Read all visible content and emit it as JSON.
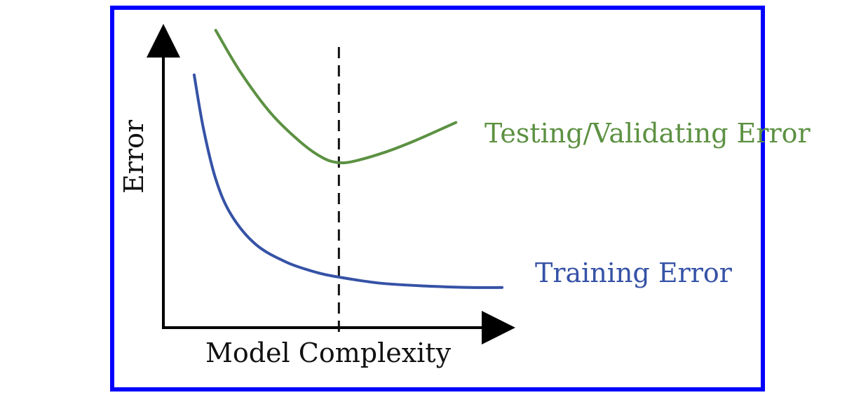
{
  "chart_data": {
    "type": "line",
    "title": "",
    "xlabel": "Model Complexity",
    "ylabel": "Error",
    "grid": false,
    "legend": "none",
    "x_axis_ticks": false,
    "y_axis_ticks": false,
    "optimal_marker": {
      "x": 0.57,
      "style": "dashed"
    },
    "series": [
      {
        "name": "Testing/Validating Error",
        "color": "#5c9142",
        "x": [
          0.17,
          0.25,
          0.35,
          0.45,
          0.52,
          0.57,
          0.62,
          0.72,
          0.82,
          0.95
        ],
        "y": [
          1.0,
          0.86,
          0.72,
          0.62,
          0.57,
          0.555,
          0.56,
          0.59,
          0.63,
          0.69
        ]
      },
      {
        "name": "Training Error",
        "color": "#3552a6",
        "x": [
          0.1,
          0.13,
          0.17,
          0.22,
          0.3,
          0.4,
          0.5,
          0.57,
          0.7,
          0.85,
          1.0,
          1.1
        ],
        "y": [
          0.85,
          0.67,
          0.5,
          0.38,
          0.28,
          0.22,
          0.185,
          0.17,
          0.15,
          0.14,
          0.135,
          0.135
        ]
      }
    ],
    "xlim": [
      0,
      1.2
    ],
    "ylim": [
      0,
      1.05
    ]
  }
}
